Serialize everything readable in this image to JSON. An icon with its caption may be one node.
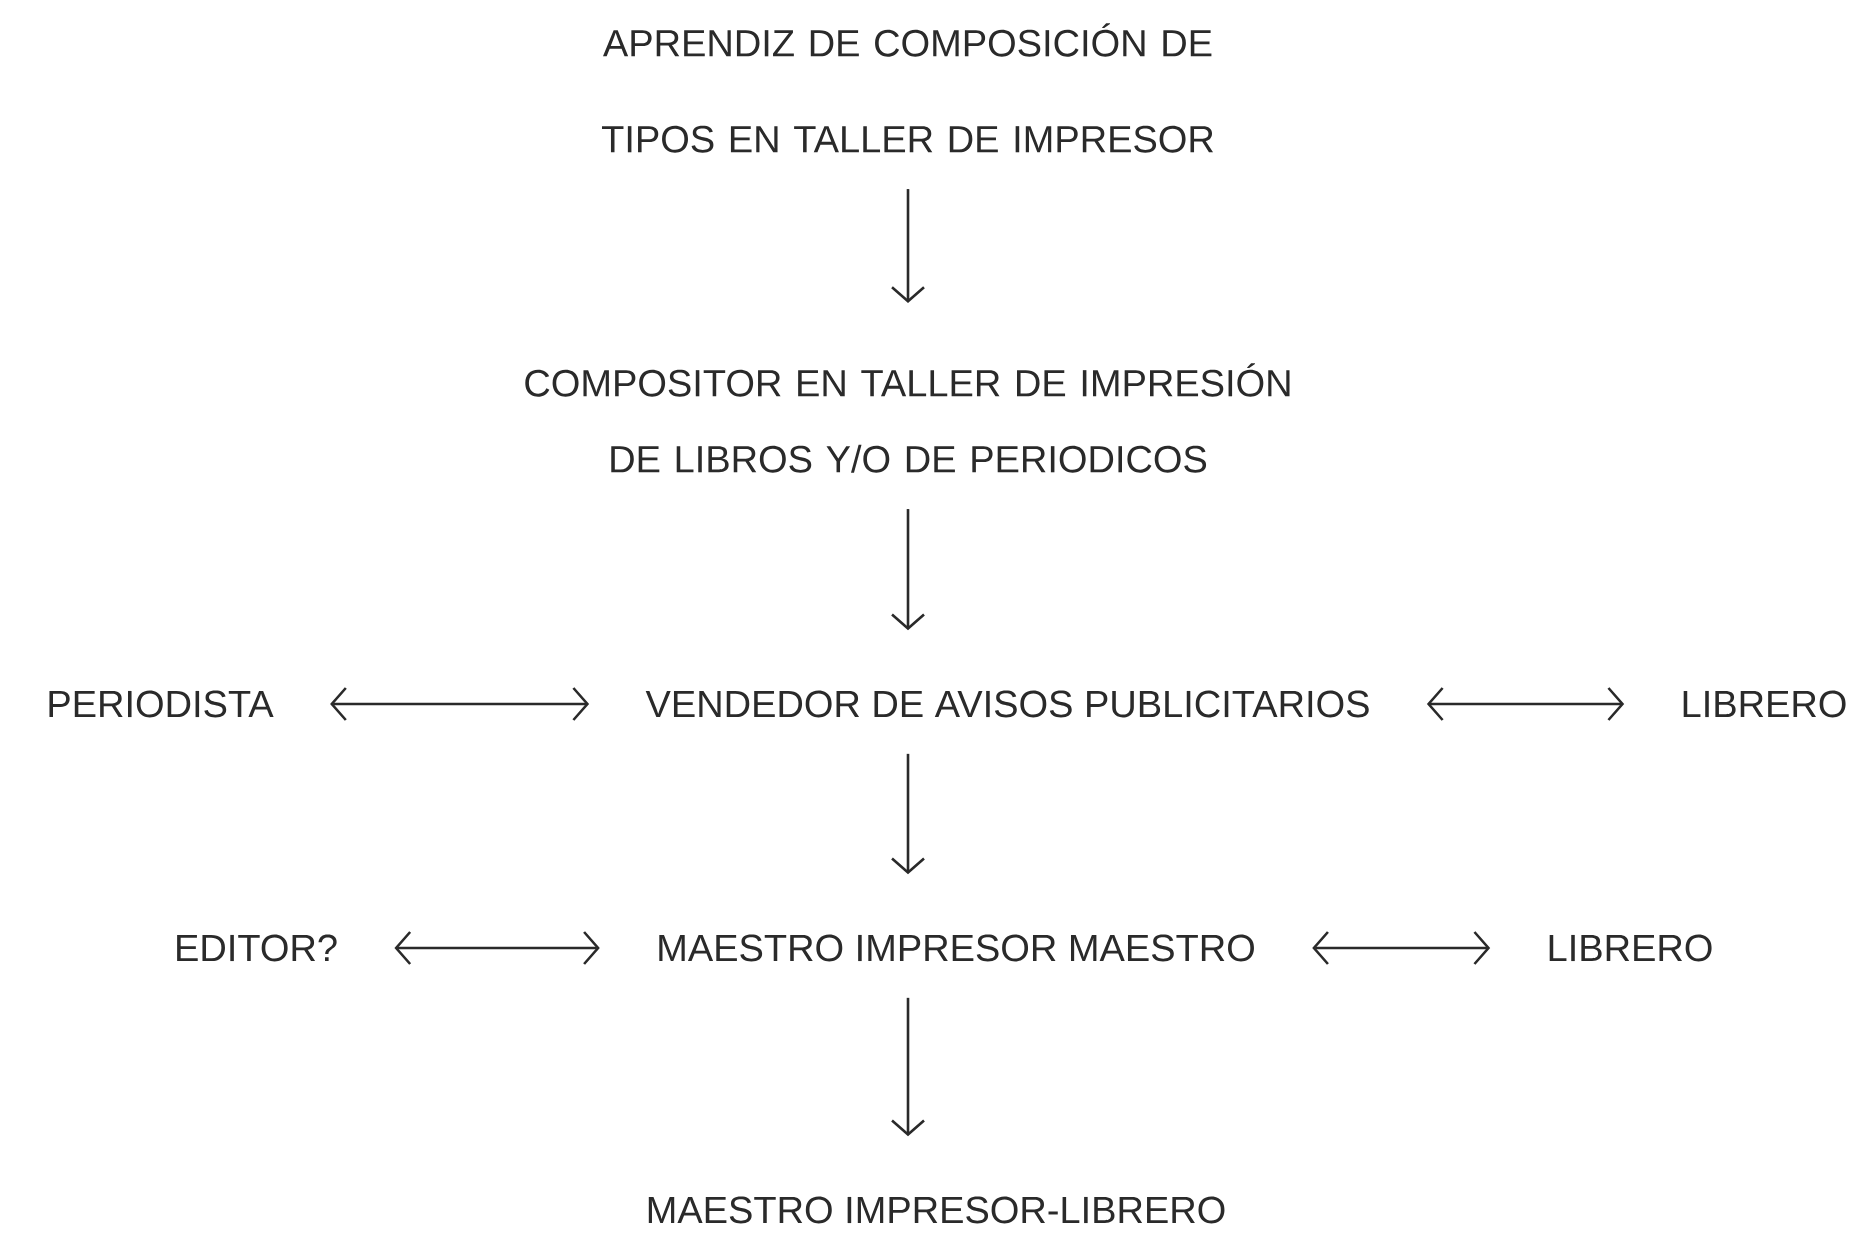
{
  "diagram": {
    "nodes": [
      {
        "text": [
          "APRENDIZ DE COMPOSICIÓN DE TIPOS EN TALLER DE IMPRESOR"
        ]
      },
      {
        "text": [
          "COMPOSITOR EN TALLER DE IMPRESIÓN DE LIBROS Y/O DE PERIODICOS"
        ]
      },
      {
        "text": [
          "PERIODISTA"
        ]
      },
      {
        "text": [
          "VENDEDOR DE AVISOS PUBLICITARIOS"
        ]
      },
      {
        "text": [
          "LIBRERO"
        ]
      },
      {
        "text": [
          "EDITOR?"
        ]
      },
      {
        "text": [
          "MAESTRO IMPRESOR MAESTRO"
        ]
      },
      {
        "text": [
          "LIBRERO"
        ]
      },
      {
        "text": [
          "MAESTRO IMPRESOR-LIBRERO"
        ]
      }
    ],
    "edges": [
      {
        "from": 0,
        "to": 1,
        "arrow": "to"
      },
      {
        "from": 1,
        "to": 3,
        "arrow": "to"
      },
      {
        "from": 2,
        "to": 3,
        "arrow": "both"
      },
      {
        "from": 3,
        "to": 4,
        "arrow": "both"
      },
      {
        "from": 3,
        "to": 6,
        "arrow": "to"
      },
      {
        "from": 5,
        "to": 6,
        "arrow": "both"
      },
      {
        "from": 6,
        "to": 7,
        "arrow": "both"
      },
      {
        "from": 6,
        "to": 8,
        "arrow": "to"
      }
    ]
  }
}
